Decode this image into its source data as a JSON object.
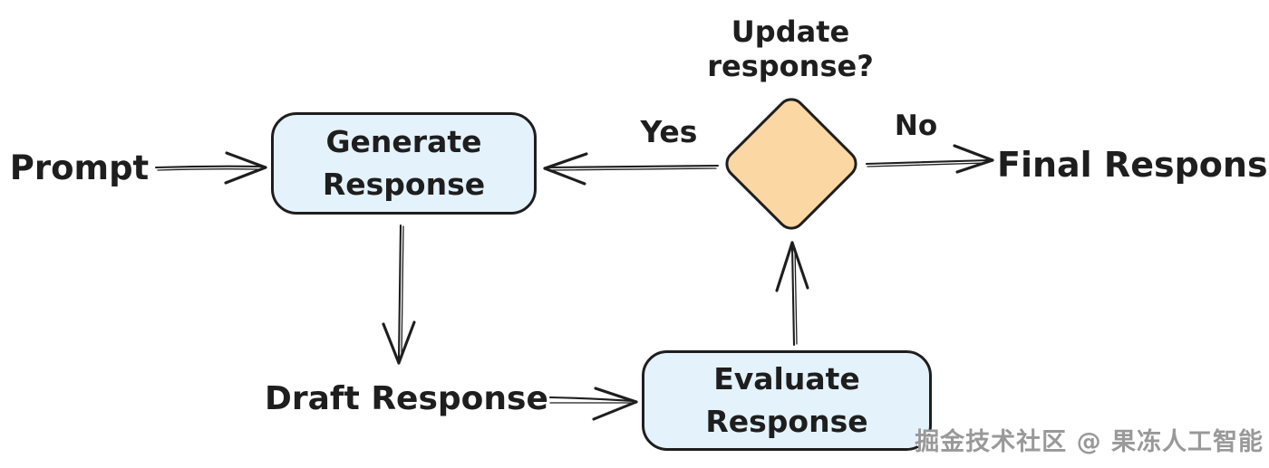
{
  "diagram": {
    "nodes": {
      "prompt": {
        "label": "Prompt",
        "shape": "text"
      },
      "generate": {
        "label": "Generate Response",
        "shape": "rounded-rect"
      },
      "draft": {
        "label": "Draft Response",
        "shape": "text"
      },
      "evaluate": {
        "label": "Evaluate Response",
        "shape": "rounded-rect"
      },
      "decision": {
        "label": "Update response?",
        "shape": "diamond"
      },
      "final": {
        "label": "Final Response",
        "shape": "text"
      }
    },
    "edges": [
      {
        "from": "prompt",
        "to": "generate",
        "label": ""
      },
      {
        "from": "generate",
        "to": "draft",
        "label": ""
      },
      {
        "from": "draft",
        "to": "evaluate",
        "label": ""
      },
      {
        "from": "evaluate",
        "to": "decision",
        "label": ""
      },
      {
        "from": "decision",
        "to": "generate",
        "label": "Yes"
      },
      {
        "from": "decision",
        "to": "final",
        "label": "No"
      }
    ],
    "edge_labels": {
      "yes": "Yes",
      "no": "No"
    },
    "colors": {
      "background": "#ffffff",
      "stroke": "#1e1e1e",
      "node_fill": "#e4f2fc",
      "decision_fill": "#fbd7a4",
      "watermark": "#999999"
    },
    "watermark": "掘金技术社区 @ 果冻人工智能"
  }
}
